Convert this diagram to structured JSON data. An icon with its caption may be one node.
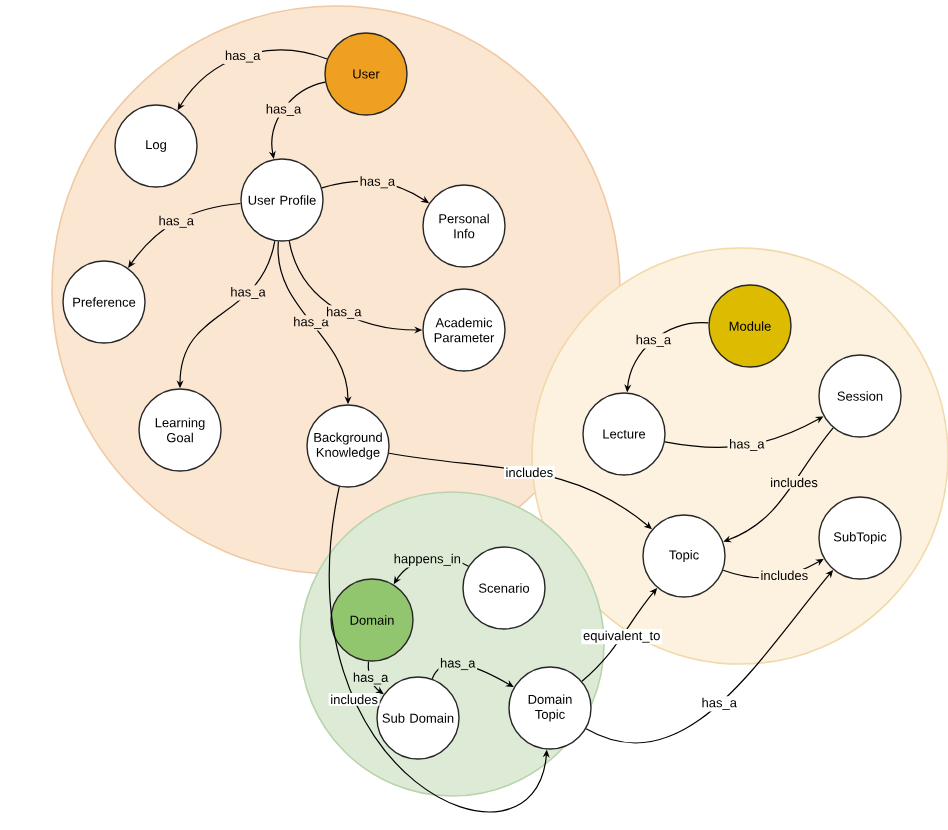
{
  "diagram": {
    "nodes": [
      {
        "text": [],
        "shape": "circle"
      },
      {
        "text": [
          "User"
        ],
        "in": 0
      },
      {
        "text": [
          "Log"
        ],
        "in": 0
      },
      {
        "text": [
          "User Profile"
        ],
        "in": 0
      },
      {
        "text": [
          "Personal Info"
        ],
        "in": 0
      },
      {
        "text": [
          "Preference"
        ],
        "in": 0
      },
      {
        "text": [
          "Academic Parameter"
        ],
        "in": 0
      },
      {
        "text": [
          "Learning Goal"
        ],
        "in": 0
      },
      {
        "text": [
          "Background Knowledge"
        ],
        "in": 0
      },
      {
        "text": [],
        "shape": "circle"
      },
      {
        "text": [
          "Module"
        ],
        "in": 9
      },
      {
        "text": [
          "Lecture"
        ],
        "in": 9
      },
      {
        "text": [
          "Session"
        ],
        "in": 9
      },
      {
        "text": [
          "Topic"
        ],
        "in": 9
      },
      {
        "text": [
          "SubTopic"
        ],
        "in": 9
      },
      {
        "text": [],
        "shape": "circle"
      },
      {
        "text": [
          "Scenario"
        ],
        "in": 15
      },
      {
        "text": [
          "Domain"
        ],
        "in": 15
      },
      {
        "text": [
          "Sub Domain"
        ],
        "in": 15
      },
      {
        "text": [
          "Domain Topic"
        ],
        "in": 15
      }
    ],
    "edges": [
      {
        "from": 1,
        "to": 2,
        "arrow": "to",
        "label": "has_a"
      },
      {
        "from": 1,
        "to": 3,
        "arrow": "to",
        "label": "has_a"
      },
      {
        "from": 3,
        "to": 5,
        "arrow": "to",
        "label": "has_a"
      },
      {
        "from": 3,
        "to": 4,
        "arrow": "to",
        "label": "has_a"
      },
      {
        "from": 3,
        "to": 7,
        "arrow": "to",
        "label": "has_a"
      },
      {
        "from": 3,
        "to": 8,
        "arrow": "to",
        "label": "has_a"
      },
      {
        "from": 3,
        "to": 6,
        "arrow": "to",
        "label": "has_a"
      },
      {
        "from": 8,
        "to": 13,
        "arrow": "to",
        "label": "includes"
      },
      {
        "from": 8,
        "to": 19,
        "arrow": "to",
        "label": "includes"
      },
      {
        "from": 10,
        "to": 11,
        "arrow": "to",
        "label": "has_a"
      },
      {
        "from": 11,
        "to": 12,
        "arrow": "to",
        "label": "has_a"
      },
      {
        "from": 12,
        "to": 13,
        "arrow": "to",
        "label": "includes"
      },
      {
        "from": 13,
        "to": 14,
        "arrow": "to",
        "label": "includes"
      },
      {
        "from": 16,
        "to": 17,
        "arrow": "to",
        "label": "happens_in"
      },
      {
        "from": 17,
        "to": 18,
        "arrow": "to",
        "label": "has_a"
      },
      {
        "from": 18,
        "to": 19,
        "arrow": "to",
        "label": "has_a"
      },
      {
        "from": 19,
        "to": 13,
        "arrow": "to",
        "label": "equivalent_to"
      },
      {
        "from": 19,
        "to": 14,
        "arrow": "to",
        "label": "has_a"
      }
    ]
  }
}
